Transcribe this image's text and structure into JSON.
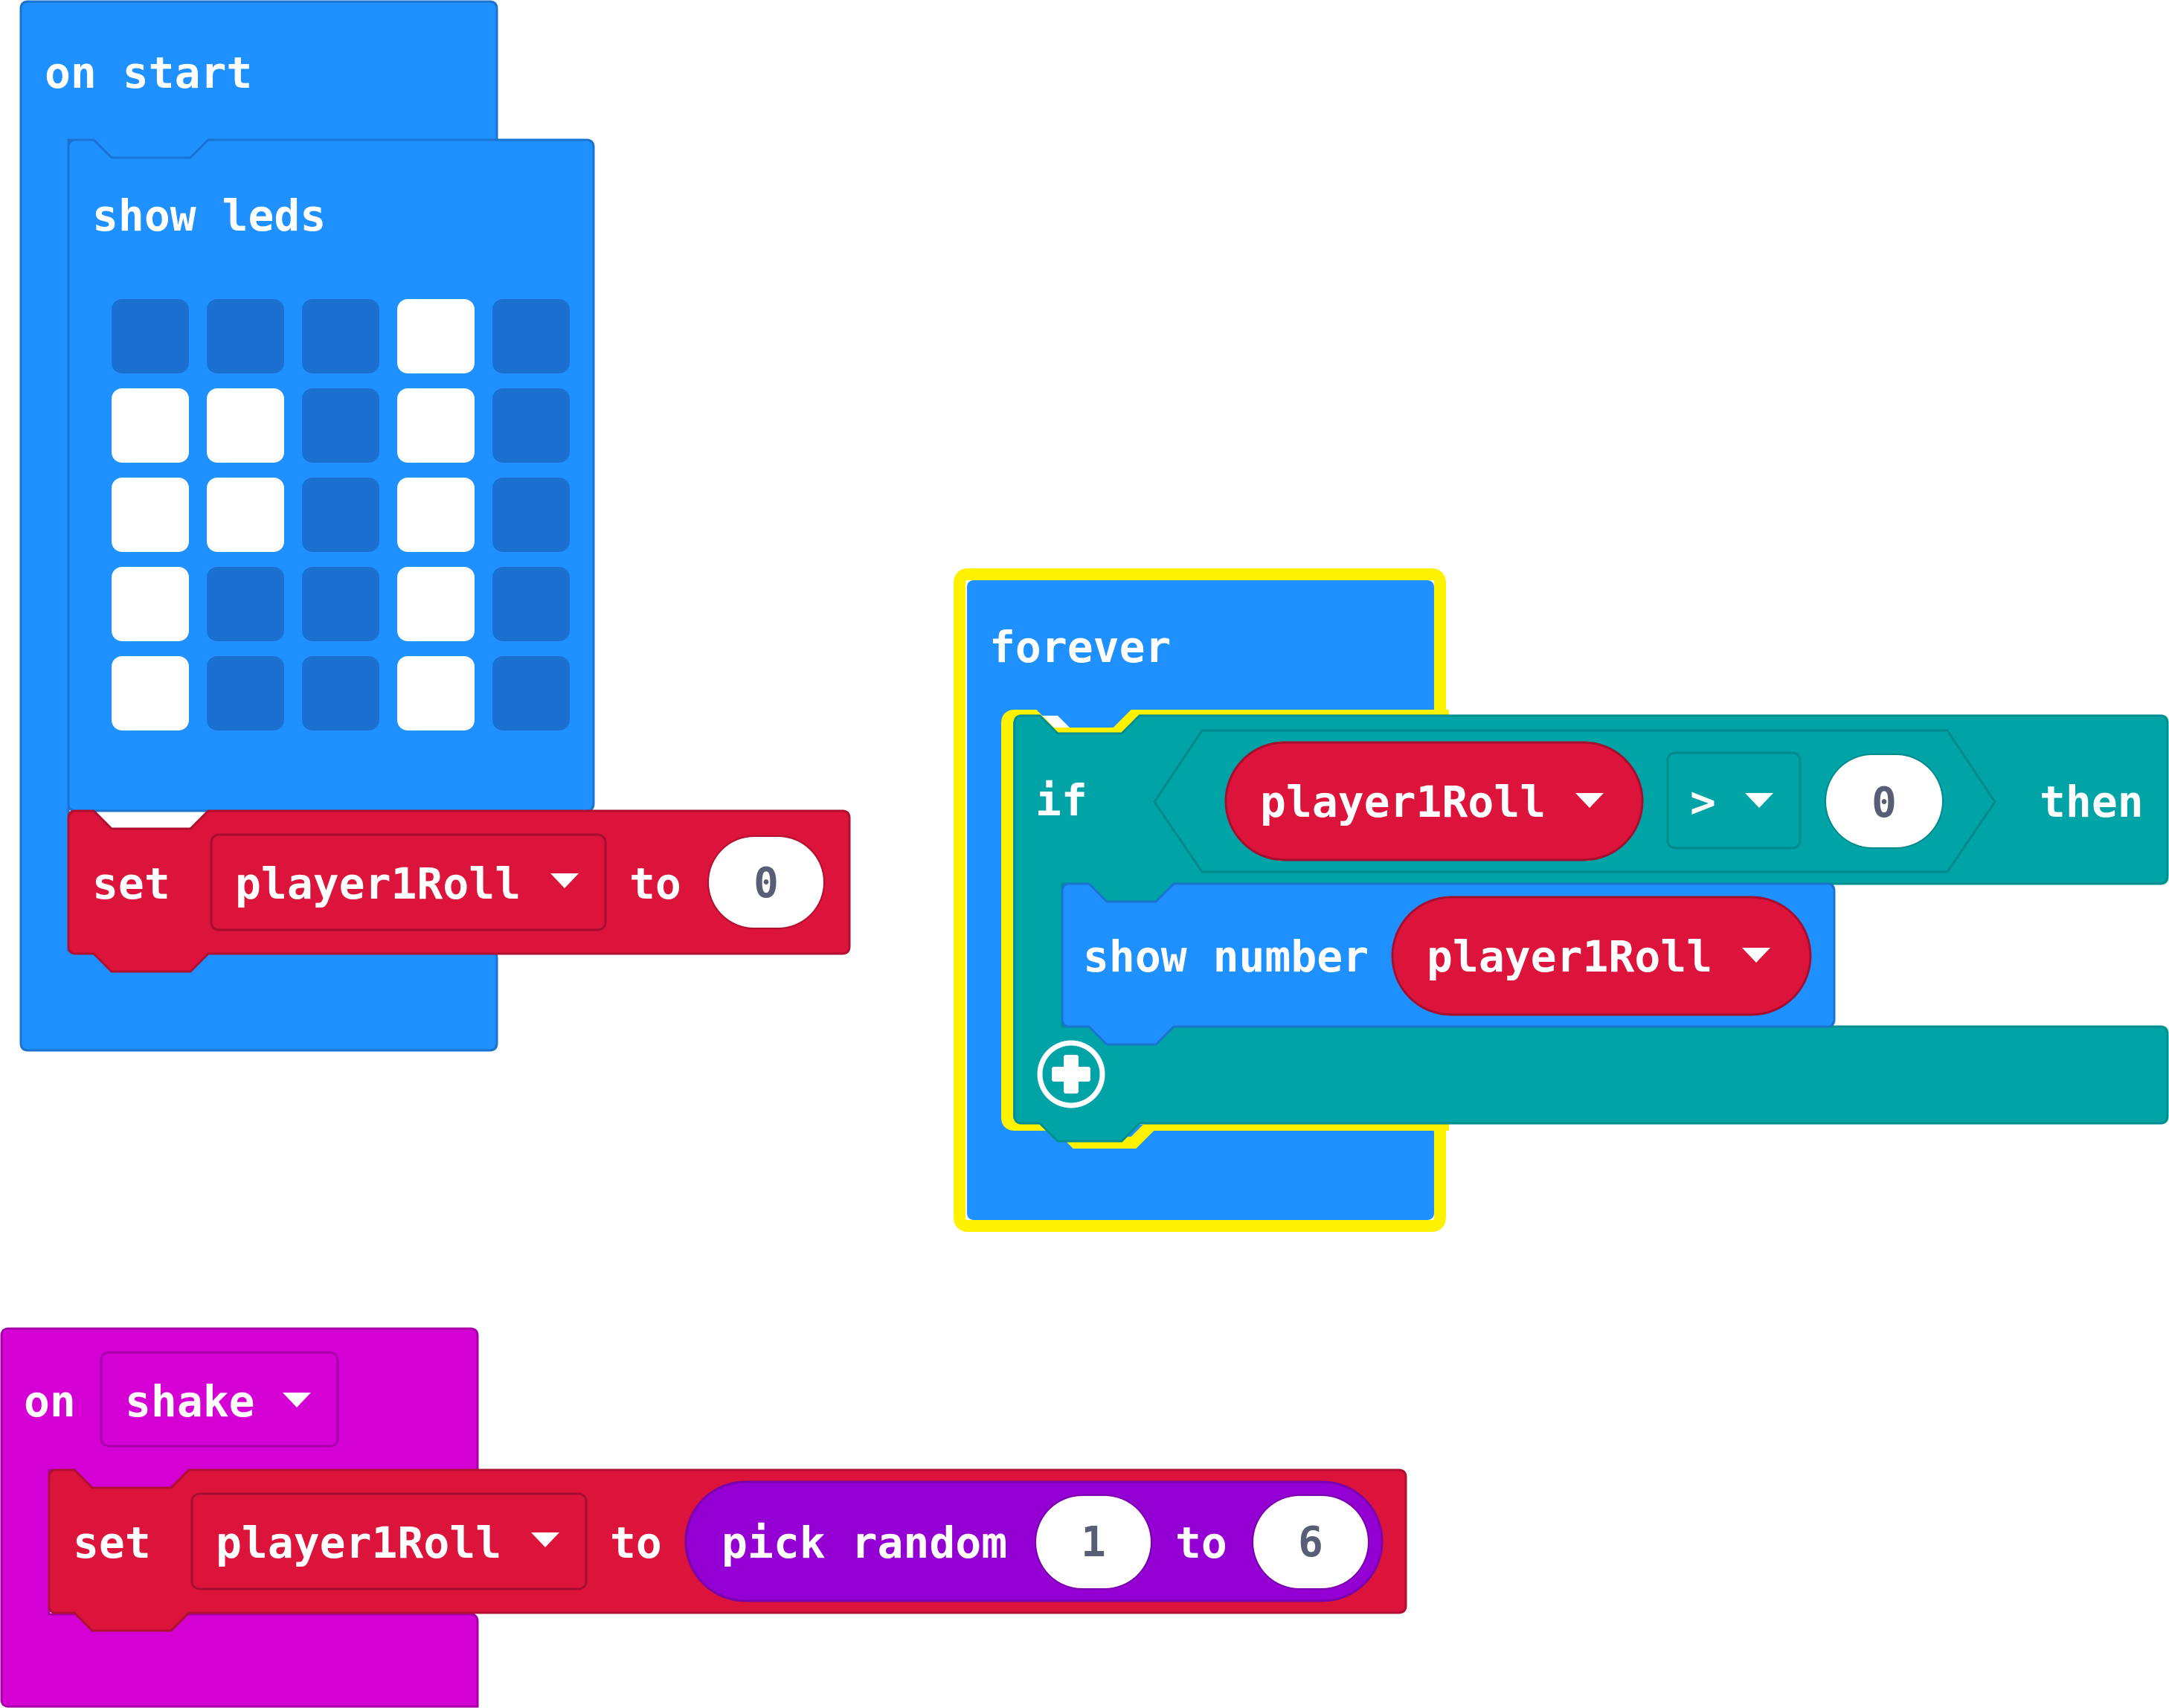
{
  "colors": {
    "basic": "#1e90ff",
    "basic_dark": "#1a73cf",
    "variables": "#dc143c",
    "logic": "#00a4a6",
    "input": "#d400d4",
    "math": "#9400d3",
    "led_on": "#ffffff",
    "led_off": "#1b6fcf",
    "selection": "#fff200"
  },
  "on_start": {
    "hat_label": "on start",
    "show_leds_label": "show leds",
    "leds": [
      [
        0,
        0,
        0,
        1,
        0
      ],
      [
        1,
        1,
        0,
        1,
        0
      ],
      [
        1,
        1,
        0,
        1,
        0
      ],
      [
        1,
        0,
        0,
        1,
        0
      ],
      [
        1,
        0,
        0,
        1,
        0
      ]
    ],
    "set_label": "set",
    "variable": "player1Roll",
    "to_label": "to",
    "value": "0"
  },
  "forever": {
    "hat_label": "forever",
    "if_label": "if",
    "condition_variable": "player1Roll",
    "operator": ">",
    "compare_value": "0",
    "then_label": "then",
    "show_number_label": "show number",
    "show_number_variable": "player1Roll",
    "add_icon": "plus-circle-icon"
  },
  "on_shake": {
    "on_label": "on",
    "gesture": "shake",
    "set_label": "set",
    "variable": "player1Roll",
    "to_label": "to",
    "pick_random_label": "pick random",
    "from": "1",
    "to_word": "to",
    "to_value": "6"
  }
}
